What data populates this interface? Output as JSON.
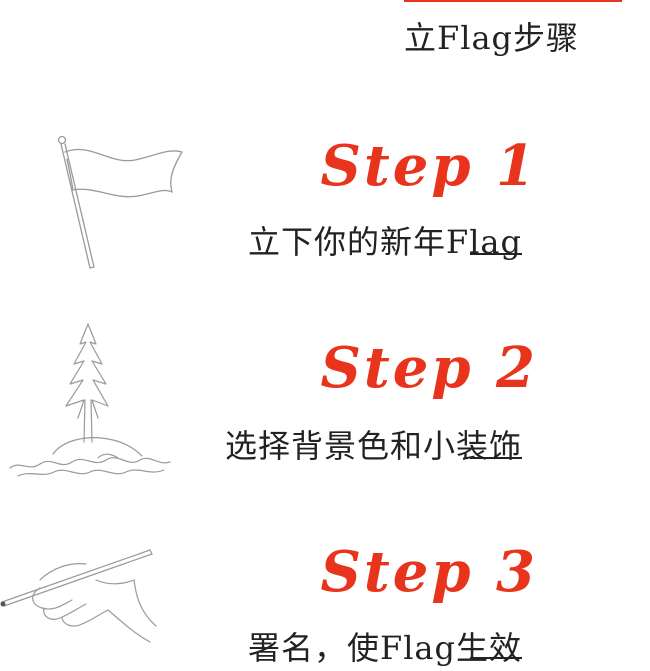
{
  "header": {
    "title": "立Flag步骤"
  },
  "steps": [
    {
      "heading": "Step 1",
      "description": "立下你的新年Flag",
      "icon": "flag-icon"
    },
    {
      "heading": "Step 2",
      "description": "选择背景色和小装饰",
      "icon": "tree-island-icon"
    },
    {
      "heading": "Step 3",
      "description": "署名，使Flag生效",
      "icon": "hand-writing-icon"
    }
  ],
  "colors": {
    "accent": "#e8341c",
    "text": "#222222",
    "sketch": "#9a9a9a"
  }
}
